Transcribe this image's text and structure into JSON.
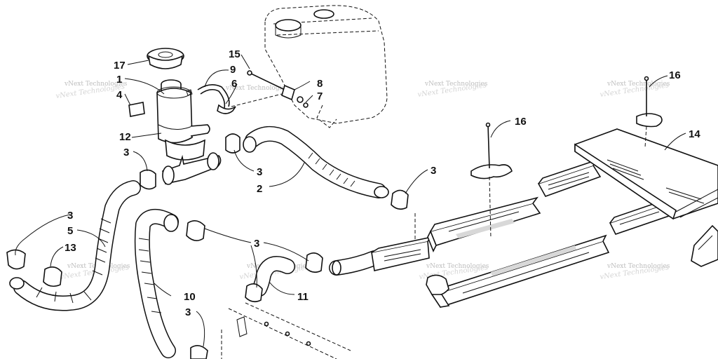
{
  "diagram": {
    "watermark_text": "vNext Technologies",
    "callouts": [
      {
        "id": "c17",
        "text": "17"
      },
      {
        "id": "c1",
        "text": "1"
      },
      {
        "id": "c4",
        "text": "4"
      },
      {
        "id": "c12",
        "text": "12"
      },
      {
        "id": "c3a",
        "text": "3"
      },
      {
        "id": "c15",
        "text": "15"
      },
      {
        "id": "c9",
        "text": "9"
      },
      {
        "id": "c6",
        "text": "6"
      },
      {
        "id": "c8",
        "text": "8"
      },
      {
        "id": "c7",
        "text": "7"
      },
      {
        "id": "c3b",
        "text": "3"
      },
      {
        "id": "c2",
        "text": "2"
      },
      {
        "id": "c16a",
        "text": "16"
      },
      {
        "id": "c16b",
        "text": "16"
      },
      {
        "id": "c14",
        "text": "14"
      },
      {
        "id": "c3c",
        "text": "3"
      },
      {
        "id": "c3d",
        "text": "3"
      },
      {
        "id": "c5",
        "text": "5"
      },
      {
        "id": "c13",
        "text": "13"
      },
      {
        "id": "c3e",
        "text": "3"
      },
      {
        "id": "c10",
        "text": "10"
      },
      {
        "id": "c11",
        "text": "11"
      },
      {
        "id": "c3f",
        "text": "3"
      }
    ]
  }
}
